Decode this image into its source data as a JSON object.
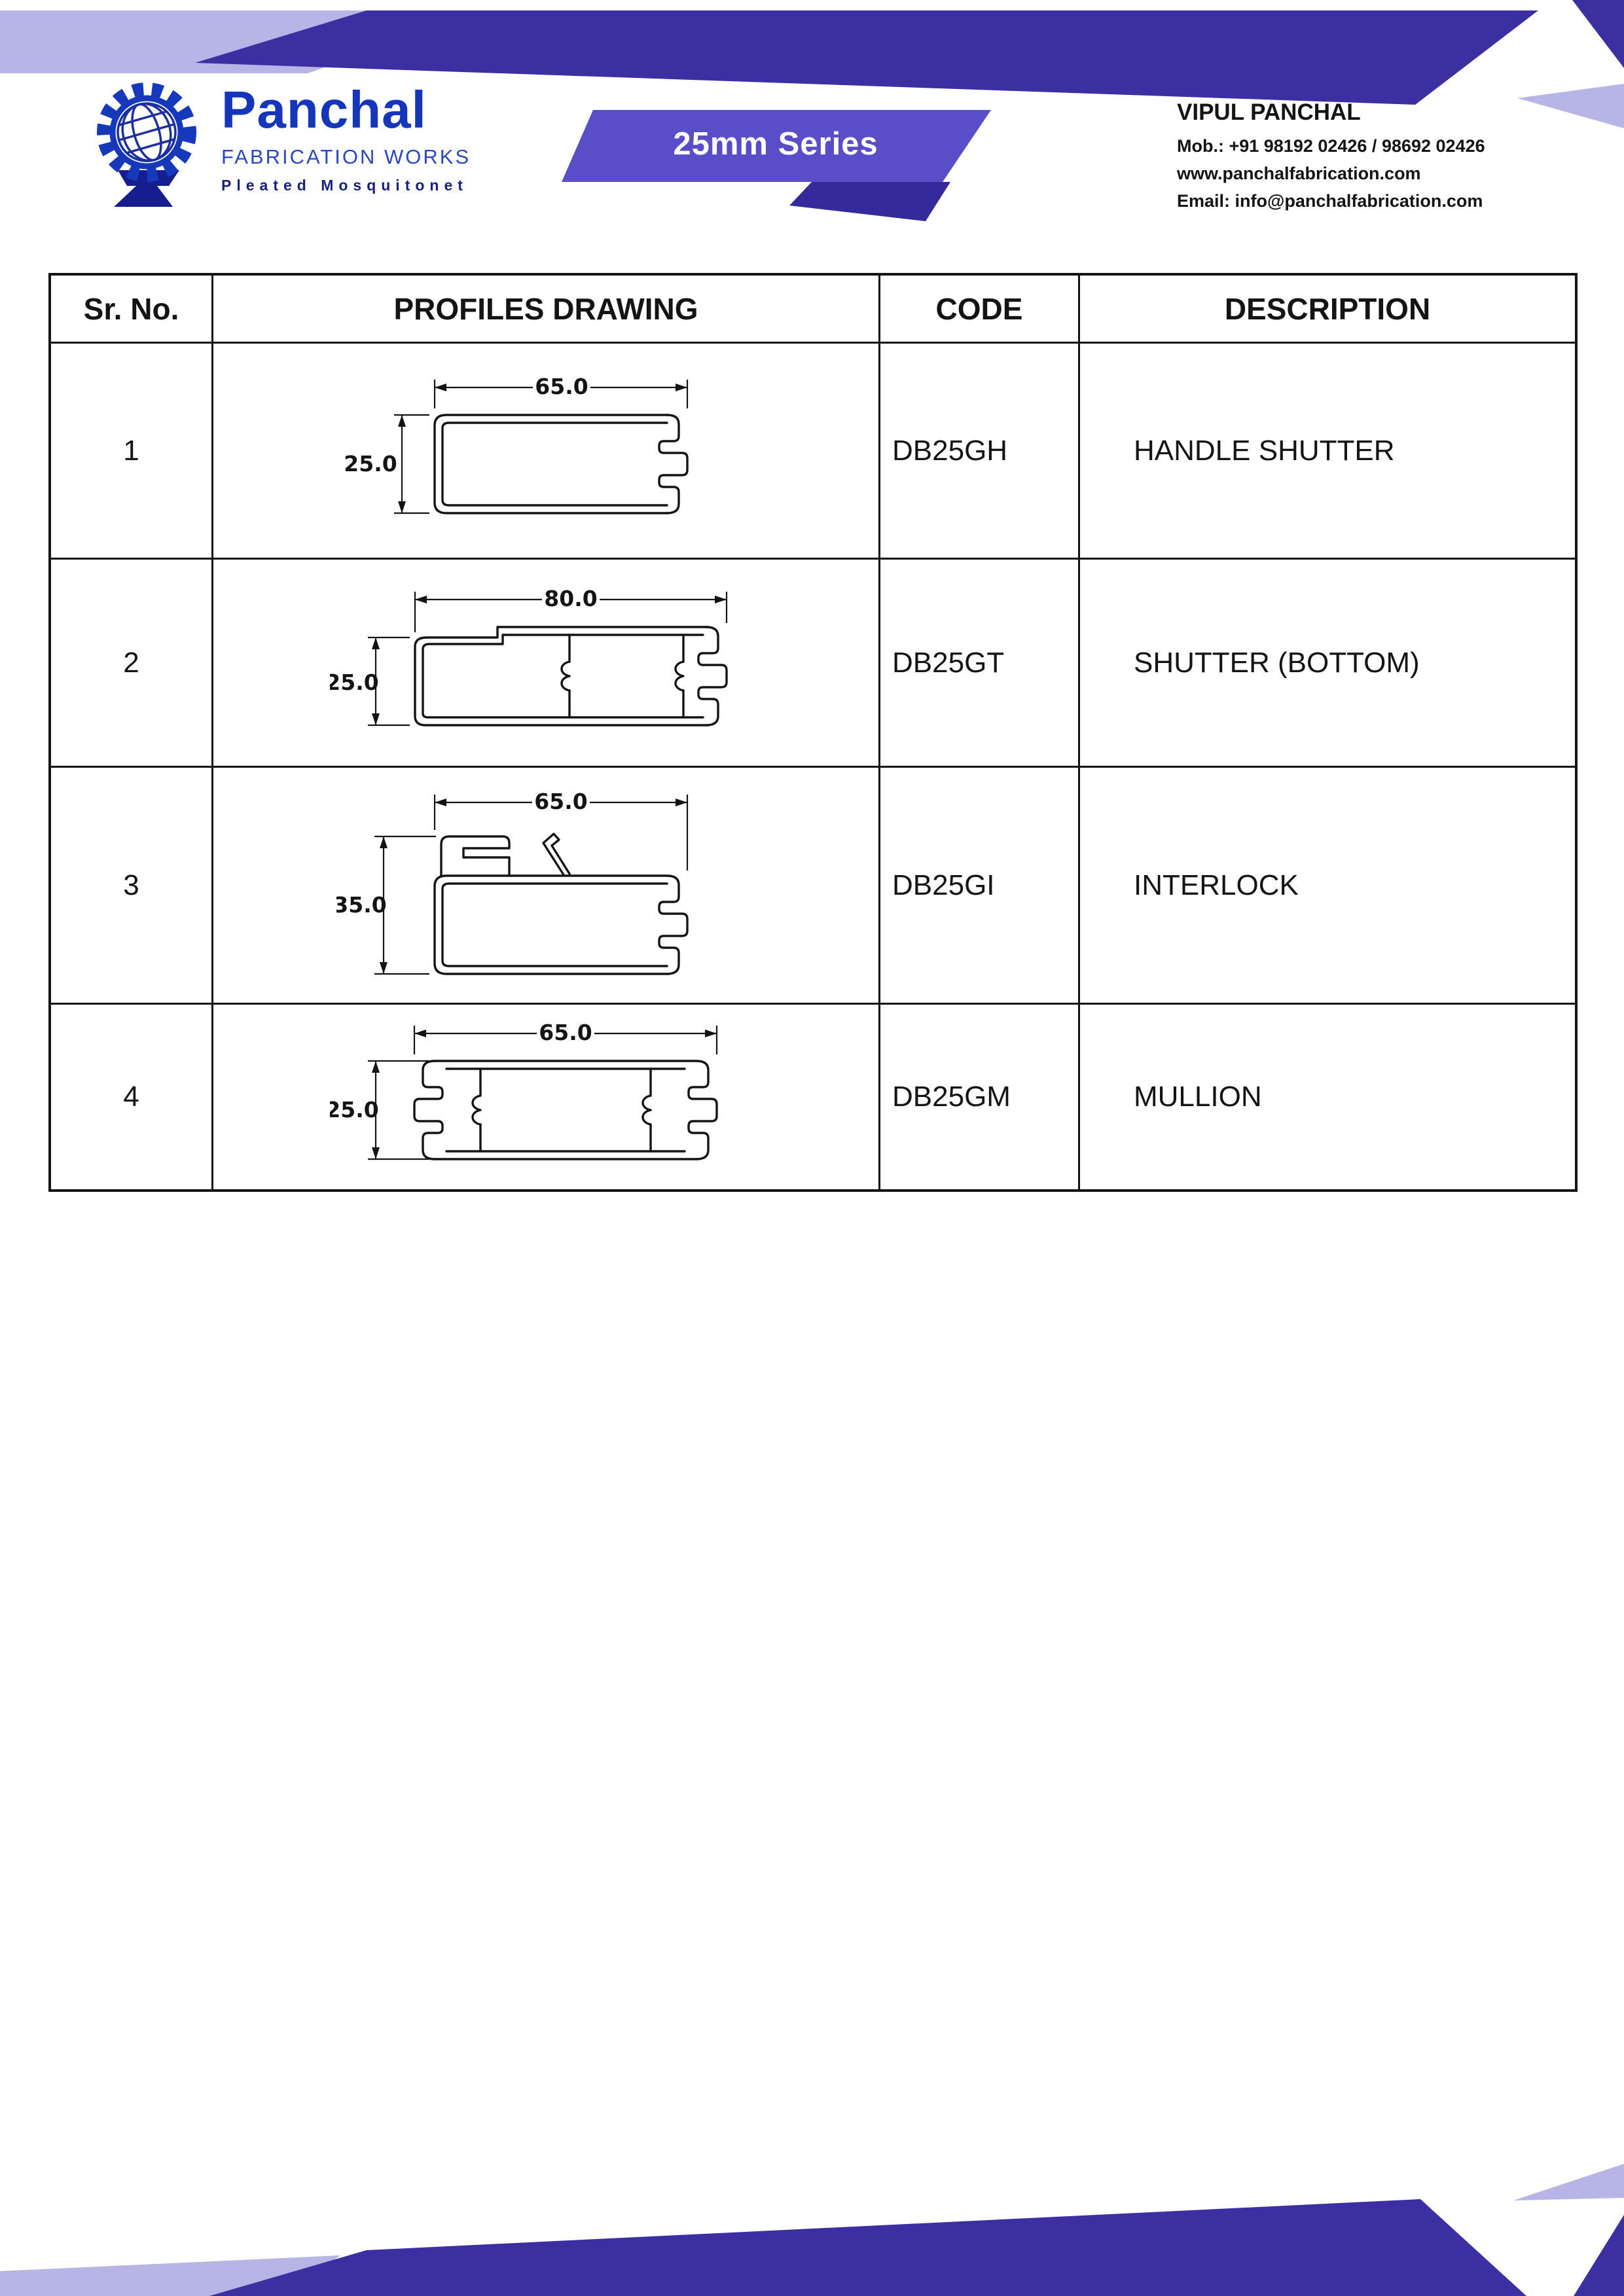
{
  "header": {
    "series_banner": "25mm Series",
    "brand": {
      "name": "Panchal",
      "subtitle": "FABRICATION WORKS",
      "tagline": "Pleated Mosquitonet"
    },
    "contact": {
      "name": "VIPUL PANCHAL",
      "mobile": "Mob.: +91 98192 02426 / 98692 02426",
      "website": "www.panchalfabrication.com",
      "email": "Email: info@panchalfabrication.com"
    }
  },
  "table": {
    "headers": [
      "Sr. No.",
      "PROFILES DRAWING",
      "CODE",
      "DESCRIPTION"
    ],
    "rows": [
      {
        "sr": "1",
        "code": "DB25GH",
        "description": "HANDLE SHUTTER",
        "dims": {
          "width": "65.0",
          "height": "25.0"
        }
      },
      {
        "sr": "2",
        "code": "DB25GT",
        "description": "SHUTTER (BOTTOM)",
        "dims": {
          "width": "80.0",
          "height": "25.0"
        }
      },
      {
        "sr": "3",
        "code": "DB25GI",
        "description": "INTERLOCK",
        "dims": {
          "width": "65.0",
          "height": "35.0"
        }
      },
      {
        "sr": "4",
        "code": "DB25GM",
        "description": "MULLION",
        "dims": {
          "width": "65.0",
          "height": "25.0"
        }
      }
    ]
  },
  "colors": {
    "primary_purple": "#3b2fa2",
    "light_lavender": "#b7b4e6",
    "banner_purple": "#5a4ec8",
    "banner_shadow": "#342a9c",
    "brand_blue": "#1535bb",
    "logo_navy": "#151d8f"
  }
}
